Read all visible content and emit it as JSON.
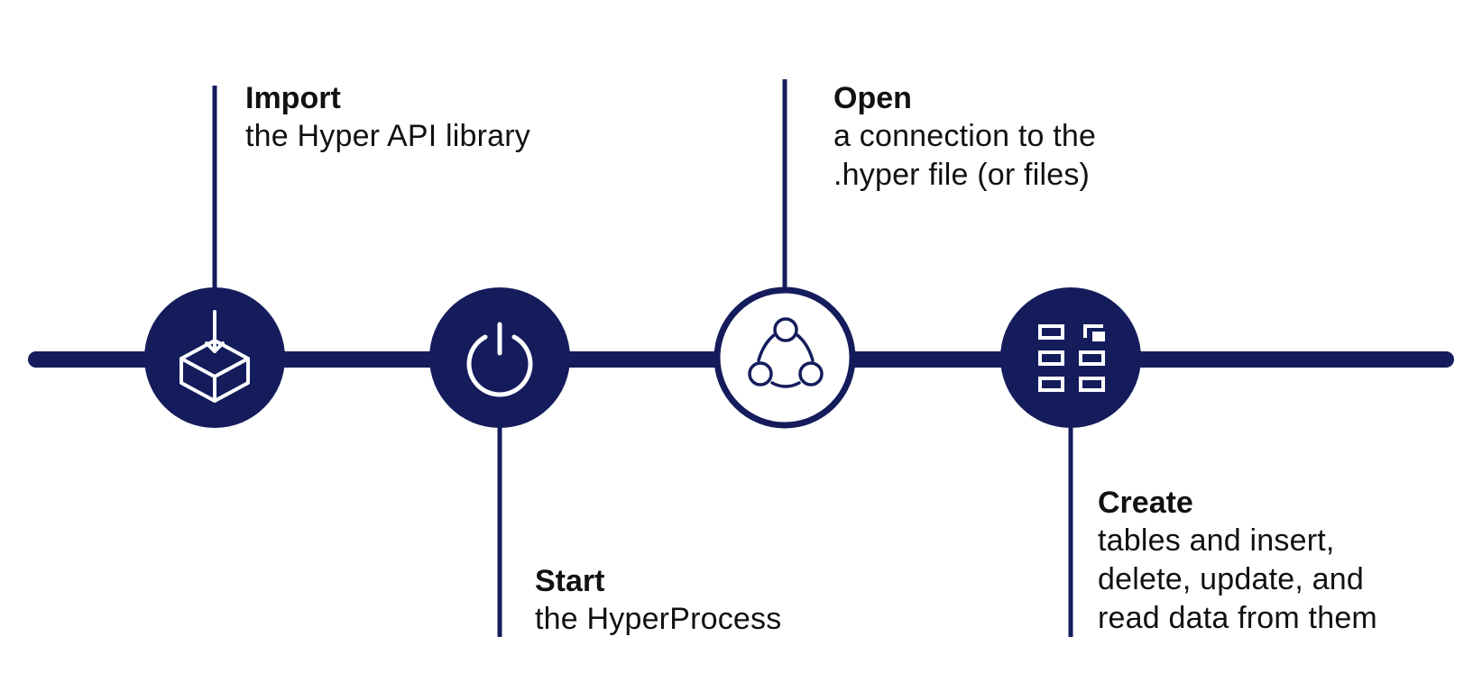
{
  "colors": {
    "primary": "#141C5C",
    "on_primary": "#FFFFFF",
    "text": "#111111"
  },
  "steps": [
    {
      "title": "Import",
      "description": "the Hyper API library",
      "icon": "package-import-icon"
    },
    {
      "title": "Start",
      "description": "the HyperProcess",
      "icon": "power-icon"
    },
    {
      "title": "Open",
      "description": "a connection to the\n.hyper file (or files)",
      "icon": "connection-nodes-icon"
    },
    {
      "title": "Create",
      "description": "tables and insert,\ndelete, update, and\nread data from them",
      "icon": "table-grid-icon"
    }
  ]
}
